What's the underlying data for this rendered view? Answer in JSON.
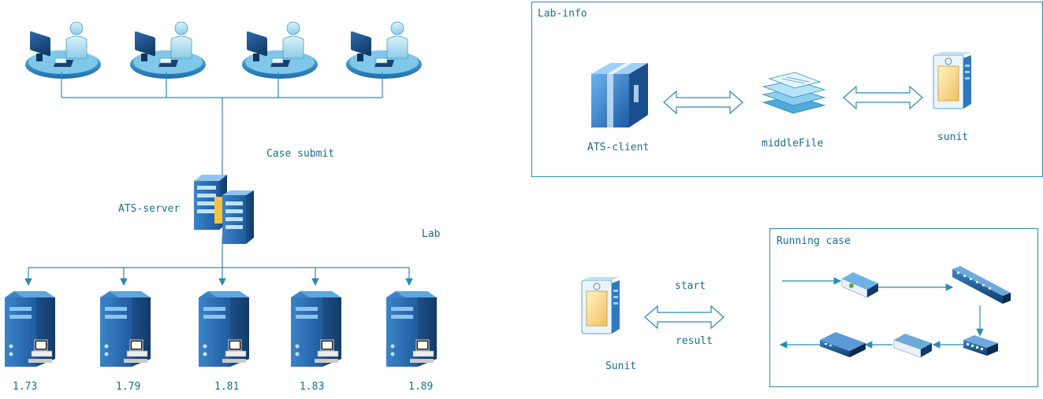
{
  "colors": {
    "line": "#2a8bb0",
    "text": "#1a6e8e",
    "server_blue": "#3a7fc6",
    "arrow_fill": "#ffffff"
  },
  "main": {
    "users": [
      {
        "icon": "user-workstation-icon"
      },
      {
        "icon": "user-workstation-icon"
      },
      {
        "icon": "user-workstation-icon"
      },
      {
        "icon": "user-workstation-icon"
      }
    ],
    "case_submit_label": "Case submit",
    "ats_server_label": "ATS-server",
    "lab_label": "Lab",
    "lab_machines": [
      {
        "label": "1.73",
        "icon": "server-tower-icon"
      },
      {
        "label": "1.79",
        "icon": "server-tower-icon"
      },
      {
        "label": "1.81",
        "icon": "server-tower-icon"
      },
      {
        "label": "1.83",
        "icon": "server-tower-icon"
      },
      {
        "label": "1.89",
        "icon": "server-tower-icon"
      }
    ]
  },
  "lab_info": {
    "title": "Lab-info",
    "ats_client_label": "ATS-client",
    "middle_file_label": "middleFile",
    "sunit_label": "sunit"
  },
  "sunit_panel": {
    "sunit_label": "Sunit",
    "start_label": "start",
    "result_label": "result"
  },
  "running_case": {
    "title": "Running case"
  }
}
